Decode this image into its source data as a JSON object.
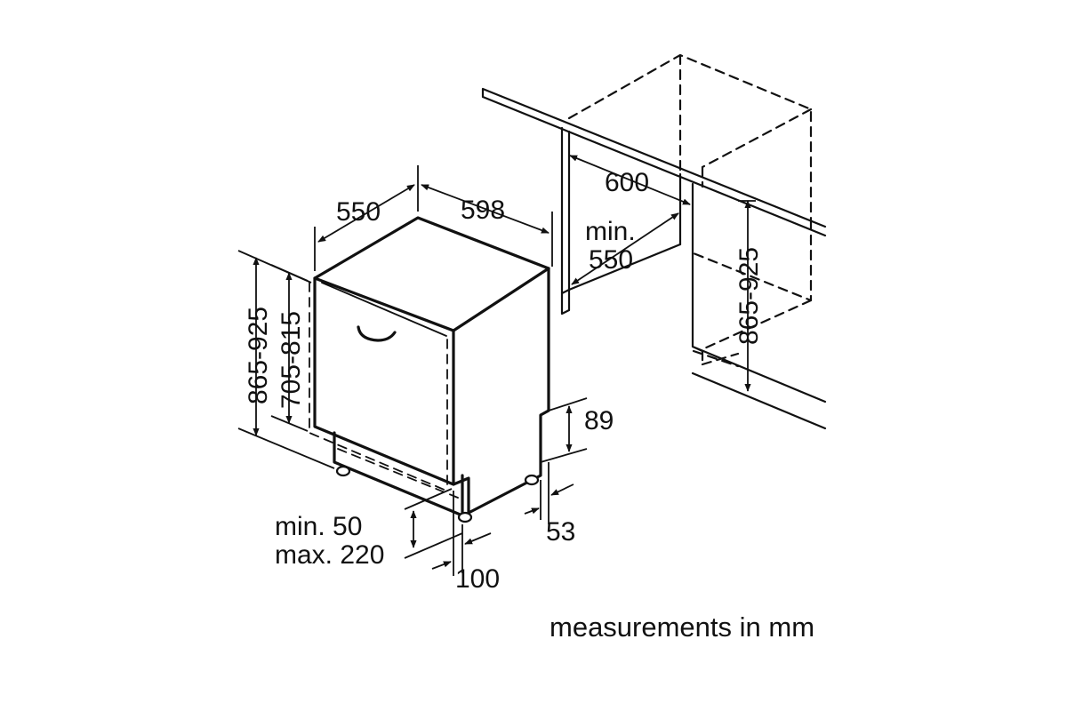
{
  "diagram": {
    "dims": {
      "depth": "550",
      "width": "598",
      "niche_width": "600",
      "niche_depth_line1": "min.",
      "niche_depth_line2": "550",
      "niche_height": "865-925",
      "height_overall": "865-925",
      "height_door": "705-815",
      "plinth_height": "89",
      "plinth_recess": "53",
      "door_gap_line1": "min. 50",
      "door_gap_line2": "max. 220",
      "foot_offset": "100"
    },
    "note": "measurements in mm"
  }
}
